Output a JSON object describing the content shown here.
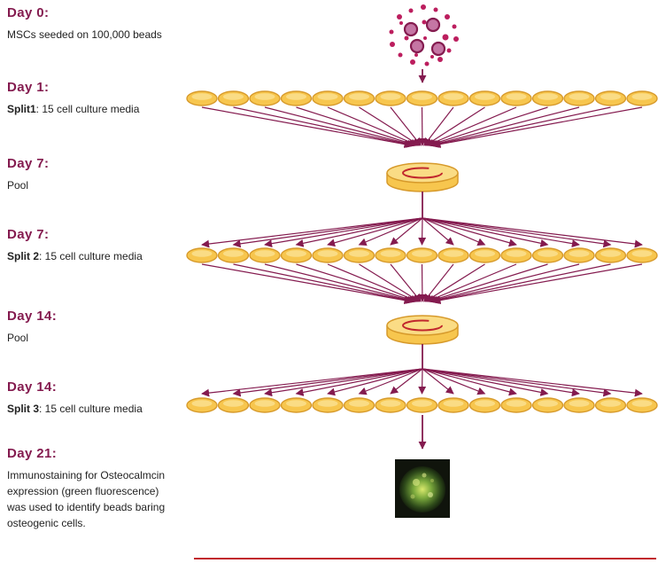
{
  "colors": {
    "accent": "#841b4f",
    "dish_fill": "#f7c64e",
    "dish_stroke": "#d79a2b",
    "dish_highlight": "#fadc85",
    "pool_ring": "#c1272d",
    "bottom_line": "#c1272d",
    "bead_dot": "#bc1e5e",
    "bead_cell": "#c576a4"
  },
  "diagram": {
    "dish_count": 15,
    "steps": [
      {
        "day": "Day 0:",
        "bold_prefix": "",
        "desc": "MSCs seeded on 100,000 beads"
      },
      {
        "day": "Day 1:",
        "bold_prefix": "Split1",
        "desc": ": 15 cell culture media"
      },
      {
        "day": "Day 7:",
        "bold_prefix": "",
        "desc": "Pool"
      },
      {
        "day": "Day 7:",
        "bold_prefix": "Split 2",
        "desc": ": 15 cell culture media"
      },
      {
        "day": "Day 14:",
        "bold_prefix": "",
        "desc": "Pool"
      },
      {
        "day": "Day 14:",
        "bold_prefix": "Split 3",
        "desc": ": 15 cell culture media"
      },
      {
        "day": "Day 21:",
        "bold_prefix": "",
        "desc": "Immunostaining for Osteocalmcin expression (green fluorescence) was used to identify beads baring osteogenic cells."
      }
    ]
  }
}
